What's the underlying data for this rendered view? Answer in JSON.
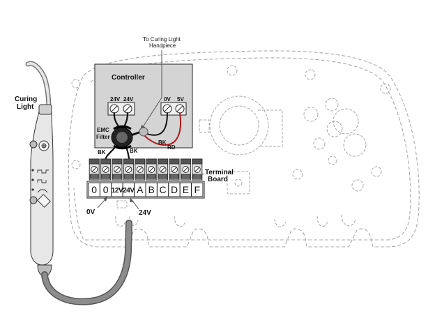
{
  "labels": {
    "controller": "Controller",
    "to_curing_light_line1": "To Curing Light",
    "to_curing_light_line2": "Handpiece",
    "curing_light_line1": "Curing",
    "curing_light_line2": "Light",
    "emc_line1": "EMC",
    "emc_line2": "Filter",
    "terminal_line1": "Terminal",
    "terminal_line2": "Board",
    "zero_v": "0V",
    "twenty_four_v": "24V"
  },
  "controller_terminals": {
    "left_a": "24V",
    "left_b": "24V",
    "right_a": "0V",
    "right_b": "5V"
  },
  "wire_labels": {
    "bk_left": "BK",
    "bk_middle": "BK",
    "bk_right": "BK",
    "rd": "RD"
  },
  "terminal_positions": [
    "0",
    "0",
    "12V",
    "24V",
    "A",
    "B",
    "C",
    "D",
    "E",
    "F"
  ],
  "colors": {
    "controller_fill": "#d4d4d4",
    "wire_black": "#111111",
    "wire_red": "#b01818",
    "outline_gray": "#9a9a9a",
    "cable_gray": "#8c8c8c"
  }
}
